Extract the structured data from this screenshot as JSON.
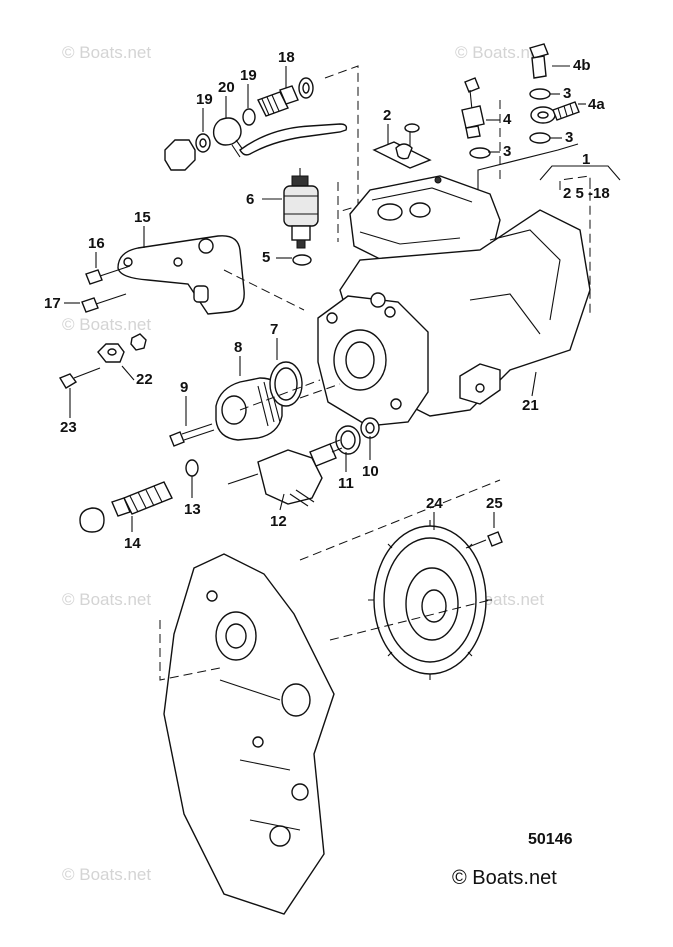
{
  "watermark": "© Boats.net",
  "figure_number": "50146",
  "copyright": "© Boats.net",
  "callouts": {
    "c1": "1",
    "c2_5_18": "2 5 -18",
    "c2": "2",
    "c3a": "3",
    "c3b": "3",
    "c3c": "3",
    "c4": "4",
    "c4a": "4a",
    "c4b": "4b",
    "c5": "5",
    "c6": "6",
    "c7": "7",
    "c8": "8",
    "c9": "9",
    "c10": "10",
    "c11": "11",
    "c12": "12",
    "c13": "13",
    "c14": "14",
    "c15": "15",
    "c16": "16",
    "c17": "17",
    "c18": "18",
    "c19a": "19",
    "c19b": "19",
    "c20": "20",
    "c21": "21",
    "c22": "22",
    "c23": "23",
    "c24": "24",
    "c25": "25"
  }
}
